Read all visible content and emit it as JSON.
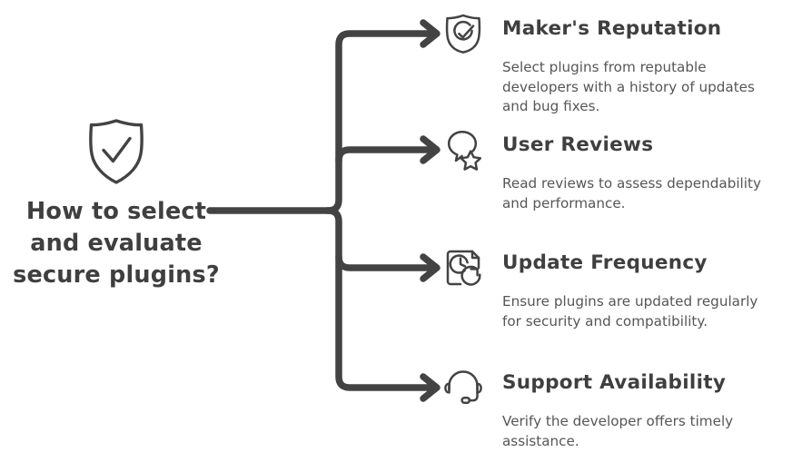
{
  "diagram": {
    "type": "mind-map",
    "root": {
      "icon": "shield-check-icon",
      "title": "How to select\nand evaluate\nsecure plugins?"
    },
    "branches": [
      {
        "icon": "shield-check-badge-icon",
        "title": "Maker's Reputation",
        "description": "Select plugins from reputable\ndevelopers with a history of updates\nand bug fixes."
      },
      {
        "icon": "speech-bubble-star-icon",
        "title": "User Reviews",
        "description": "Read reviews to assess dependability\nand performance."
      },
      {
        "icon": "document-clock-refresh-icon",
        "title": "Update Frequency",
        "description": "Ensure plugins are updated regularly\nfor security and compatibility."
      },
      {
        "icon": "headset-icon",
        "title": "Support Availability",
        "description": "Verify the developer offers timely\nassistance."
      }
    ],
    "connector": {
      "icon": "branch-arrow-connector",
      "arrow_count": 4
    },
    "colors": {
      "stroke": "#434343",
      "heading": "#3f3f3f",
      "body": "#565656",
      "background": "#ffffff"
    }
  }
}
